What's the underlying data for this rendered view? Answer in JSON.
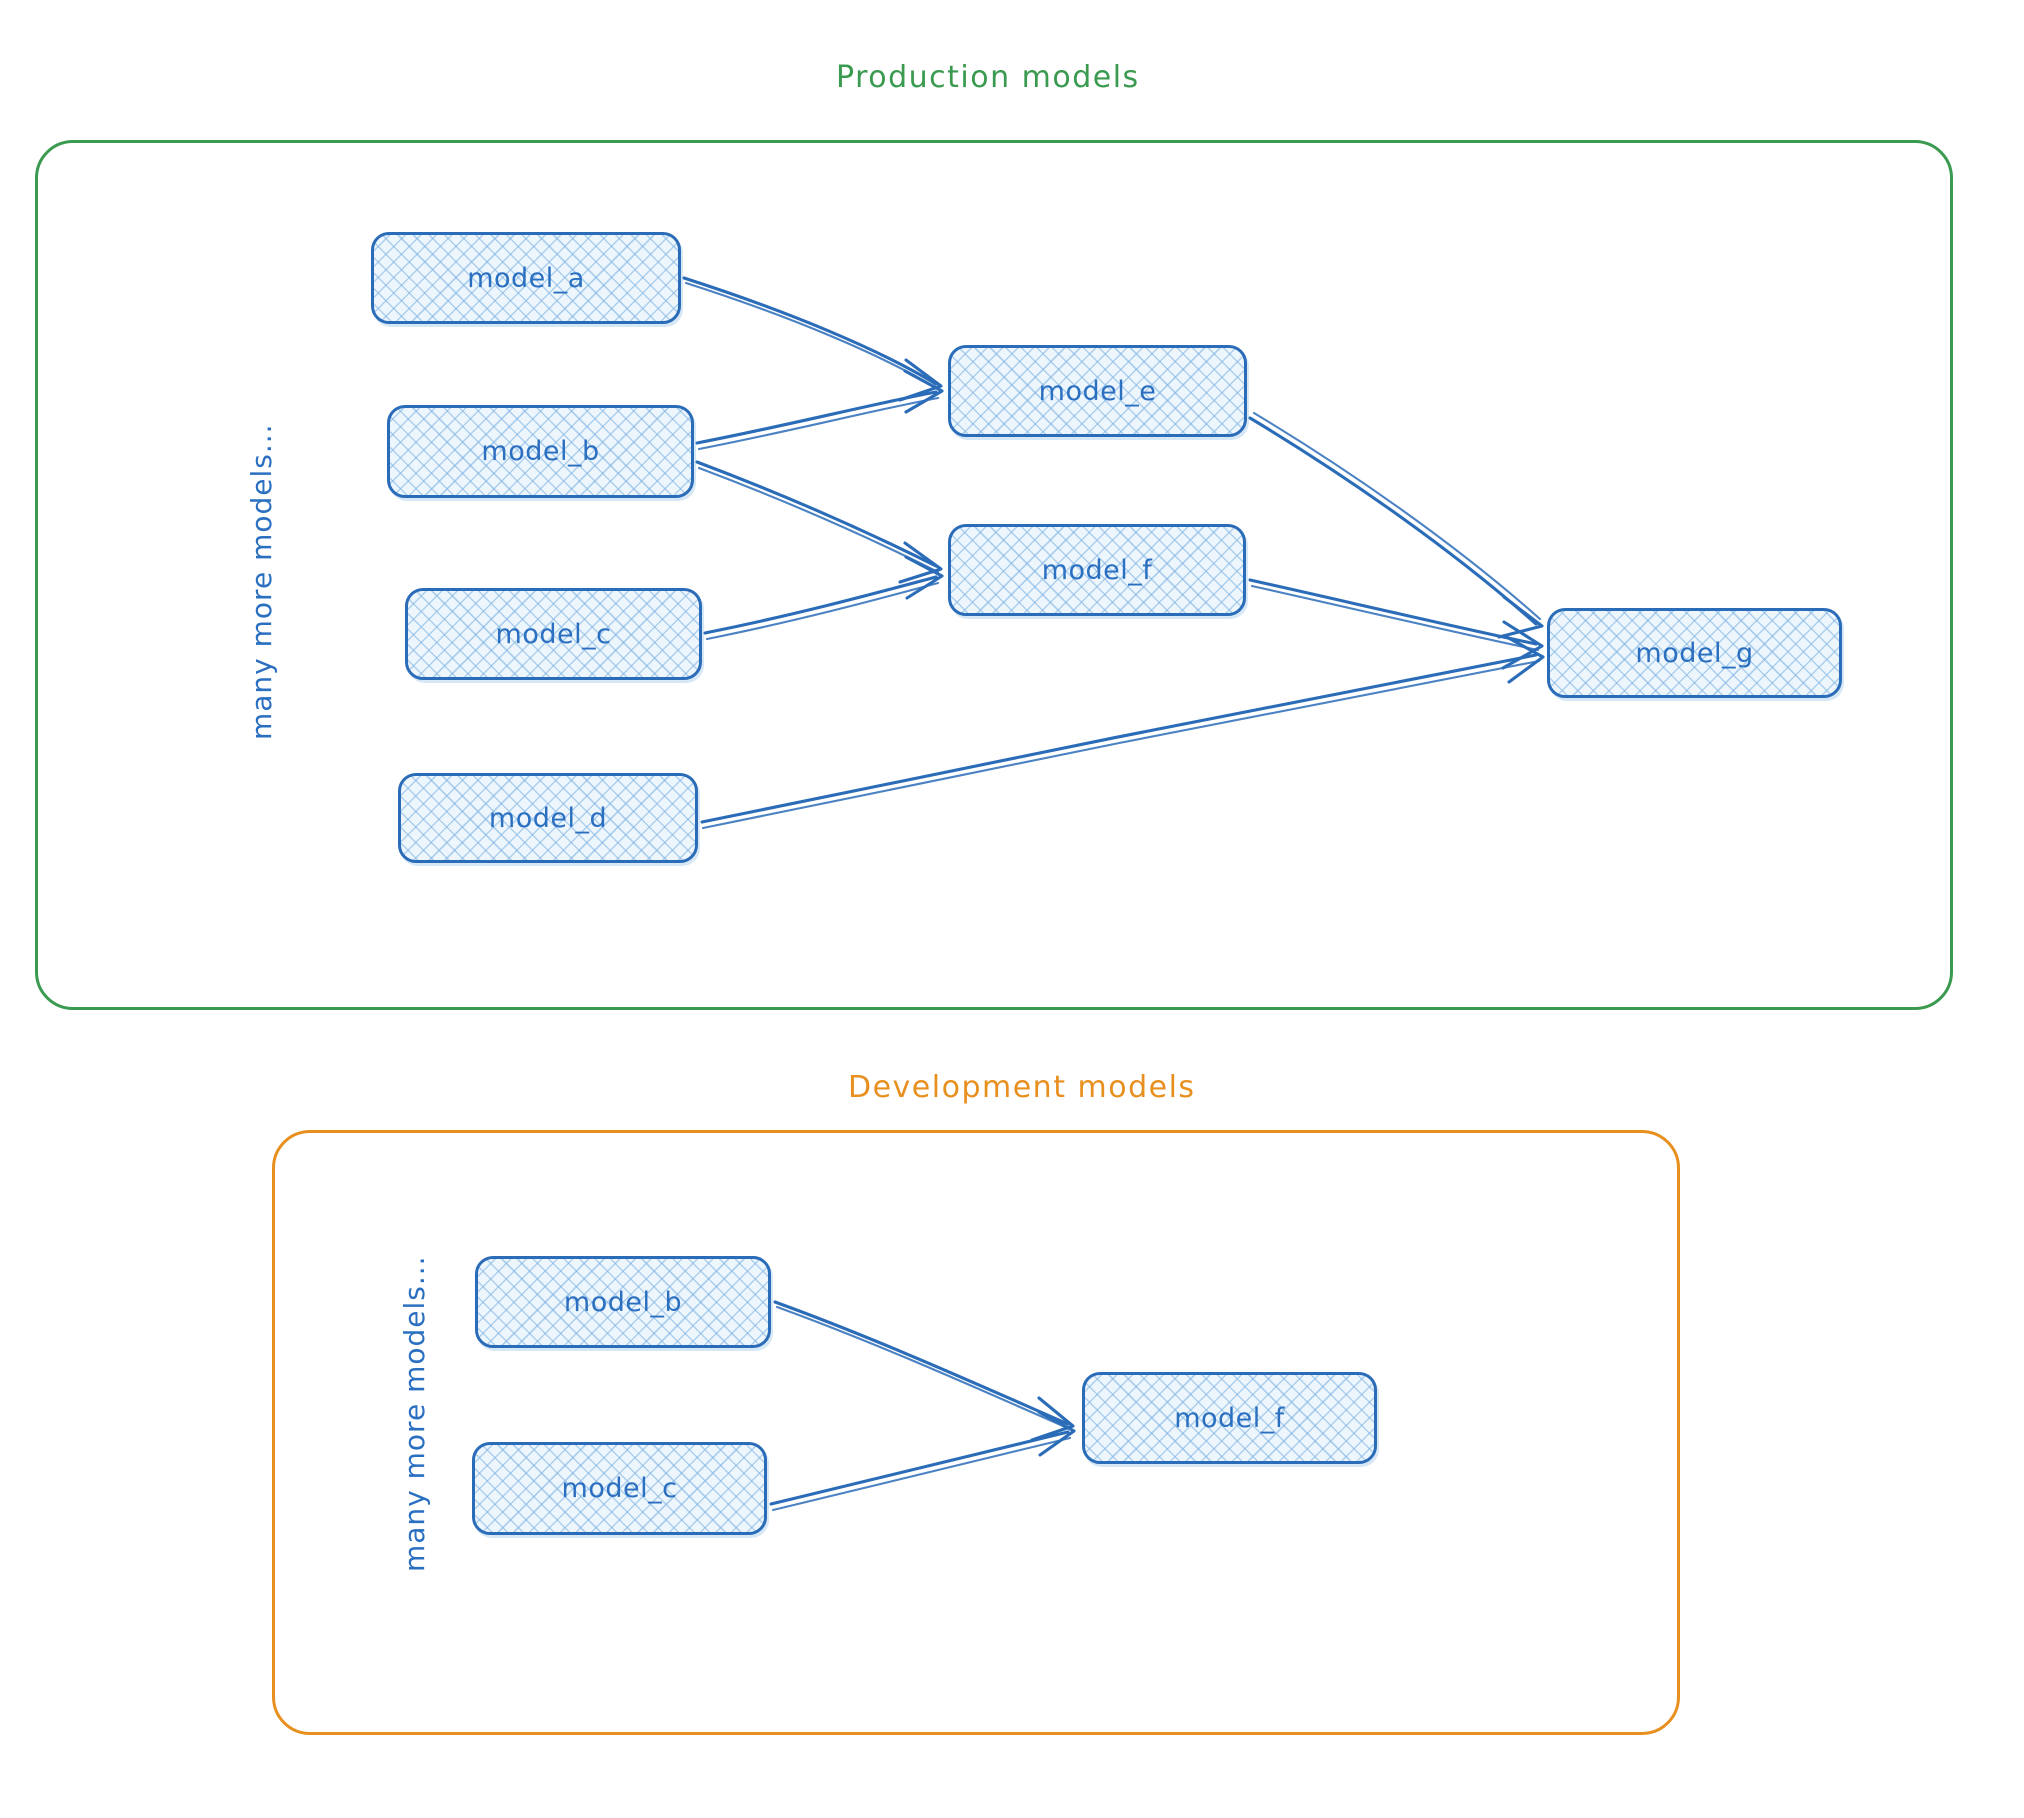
{
  "diagram": {
    "style": "hand-drawn-sketch",
    "colors": {
      "production_border": "#3a9a4f",
      "development_border": "#e8901f",
      "node_border": "#2b6cb8",
      "node_text": "#2a6fc0",
      "node_fill": "#eef6fd",
      "arrow": "#2b6cb8",
      "background": "#ffffff"
    }
  },
  "production": {
    "title": "Production models",
    "side_note": "many more models...",
    "nodes": [
      {
        "id": "model_a",
        "label": "model_a"
      },
      {
        "id": "model_b",
        "label": "model_b"
      },
      {
        "id": "model_c",
        "label": "model_c"
      },
      {
        "id": "model_d",
        "label": "model_d"
      },
      {
        "id": "model_e",
        "label": "model_e"
      },
      {
        "id": "model_f",
        "label": "model_f"
      },
      {
        "id": "model_g",
        "label": "model_g"
      }
    ],
    "edges": [
      {
        "from": "model_a",
        "to": "model_e"
      },
      {
        "from": "model_b",
        "to": "model_e"
      },
      {
        "from": "model_b",
        "to": "model_f"
      },
      {
        "from": "model_c",
        "to": "model_f"
      },
      {
        "from": "model_e",
        "to": "model_g"
      },
      {
        "from": "model_f",
        "to": "model_g"
      },
      {
        "from": "model_d",
        "to": "model_g"
      }
    ]
  },
  "development": {
    "title": "Development models",
    "side_note": "many more models...",
    "nodes": [
      {
        "id": "model_b",
        "label": "model_b"
      },
      {
        "id": "model_c",
        "label": "model_c"
      },
      {
        "id": "model_f",
        "label": "model_f"
      }
    ],
    "edges": [
      {
        "from": "model_b",
        "to": "model_f"
      },
      {
        "from": "model_c",
        "to": "model_f"
      }
    ]
  }
}
